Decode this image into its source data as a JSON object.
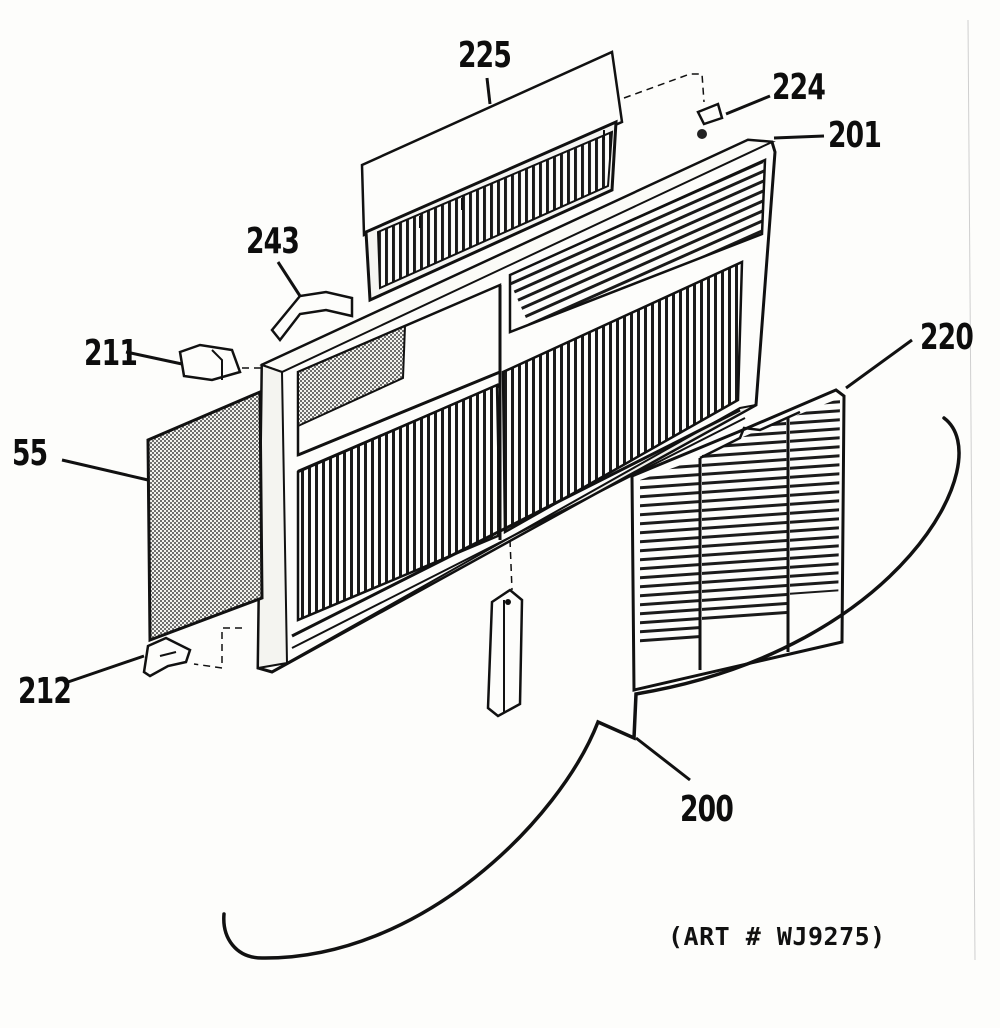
{
  "labels": {
    "p225": "225",
    "p224": "224",
    "p201": "201",
    "p243": "243",
    "p211": "211",
    "p220": "220",
    "p55": "55",
    "p212": "212",
    "p200": "200"
  },
  "art_number": "(ART # WJ9275)",
  "colors": {
    "ink": "#111111",
    "paper": "#fdfdfb",
    "mesh": "#6f6f6f"
  }
}
